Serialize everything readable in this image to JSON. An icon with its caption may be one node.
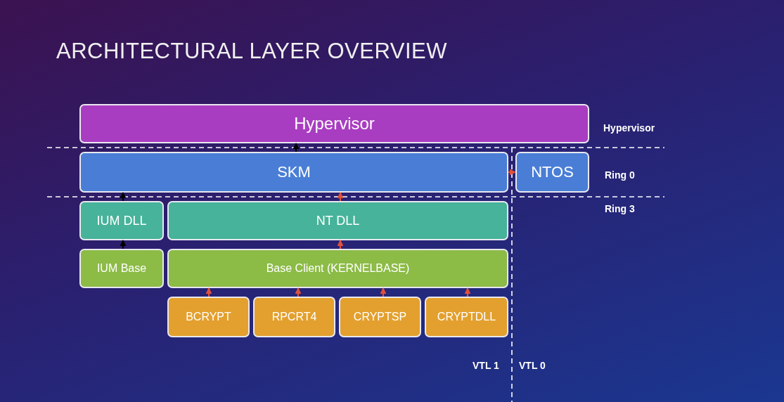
{
  "diagram": {
    "title": "ARCHITECTURAL LAYER OVERVIEW",
    "nodes": [
      {
        "text": [
          "Hypervisor"
        ]
      },
      {
        "text": [
          "SKM"
        ]
      },
      {
        "text": [
          "NTOS"
        ]
      },
      {
        "text": [
          "IUM DLL"
        ]
      },
      {
        "text": [
          "NT DLL"
        ]
      },
      {
        "text": [
          "IUM Base"
        ]
      },
      {
        "text": [
          "Base Client (KERNELBASE)"
        ]
      },
      {
        "text": [
          "BCRYPT"
        ]
      },
      {
        "text": [
          "RPCRT4"
        ]
      },
      {
        "text": [
          "CRYPTSP"
        ]
      },
      {
        "text": [
          "CRYPTDLL"
        ]
      }
    ],
    "edges": [
      {
        "from": 5,
        "to": 3,
        "arrow": "to",
        "color": "#000000"
      },
      {
        "from": 3,
        "to": 1,
        "arrow": "to",
        "color": "#000000"
      },
      {
        "from": 1,
        "to": 0,
        "arrow": "to",
        "color": "#000000"
      },
      {
        "from": 6,
        "to": 4,
        "arrow": "to"
      },
      {
        "from": 4,
        "to": 1,
        "arrow": "to"
      },
      {
        "from": 7,
        "to": 6,
        "arrow": "to"
      },
      {
        "from": 8,
        "to": 6,
        "arrow": "to"
      },
      {
        "from": 9,
        "to": 6,
        "arrow": "to"
      },
      {
        "from": 10,
        "to": 6,
        "arrow": "to"
      },
      {
        "from": 1,
        "to": 2,
        "arrow": "to"
      }
    ],
    "labels": [
      "Hypervisor",
      "Ring 0",
      "Ring 3",
      "VTL 1",
      "VTL 0"
    ]
  }
}
